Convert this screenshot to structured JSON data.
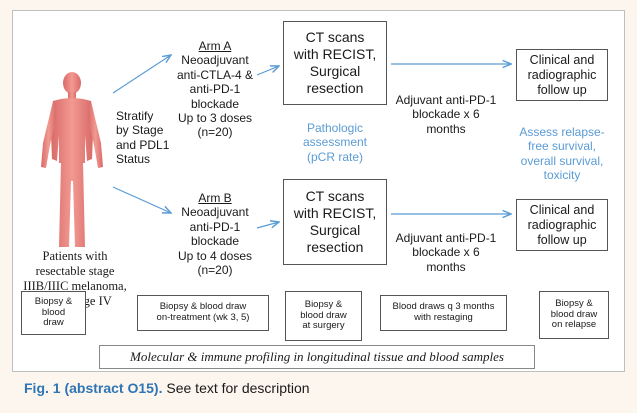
{
  "figure": {
    "stratify": [
      "Stratify",
      "by Stage",
      "and PDL1",
      "Status"
    ],
    "patients": [
      "Patients with",
      "resectable stage",
      "IIIB/IIIC melanoma,",
      "Oligo stage IV"
    ],
    "arm_a": {
      "title": "Arm A",
      "lines": [
        "Neoadjuvant",
        "anti-CTLA-4 &",
        "anti-PD-1",
        "blockade",
        "Up to 3 doses",
        "(n=20)"
      ]
    },
    "arm_b": {
      "title": "Arm B",
      "lines": [
        "Neoadjuvant",
        "anti-PD-1",
        "blockade",
        "Up to 4 doses",
        "(n=20)"
      ]
    },
    "ct_scans": [
      "CT scans",
      "with RECIST,",
      "Surgical",
      "resection"
    ],
    "pathologic": [
      "Pathologic",
      "assessment",
      "(pCR rate)"
    ],
    "adjuvant": [
      "Adjuvant anti-PD-1",
      "blockade x 6",
      "months"
    ],
    "followup": [
      "Clinical and",
      "radiographic",
      "follow up"
    ],
    "assess": [
      "Assess relapse-",
      "free survival,",
      "overall survival,",
      "toxicity"
    ],
    "timeline": [
      [
        "Biopsy &",
        "blood",
        "draw"
      ],
      [
        "Biopsy & blood draw",
        "on-treatment (wk 3, 5)"
      ],
      [
        "Biopsy &",
        "blood draw",
        "at surgery"
      ],
      [
        "Blood draws q 3 months",
        "with restaging"
      ],
      [
        "Biopsy &",
        "blood draw",
        "on relapse"
      ]
    ],
    "profiling": "Molecular & immune profiling in longitudinal tissue and blood samples",
    "colors": {
      "accent_blue": "#5b9bd5",
      "body": "#e8827f",
      "caption_label": "#2e75b6"
    },
    "icons": [
      "human-figure-icon"
    ]
  },
  "caption": {
    "label": "Fig. 1 (abstract O15).",
    "text": " See text for description"
  }
}
